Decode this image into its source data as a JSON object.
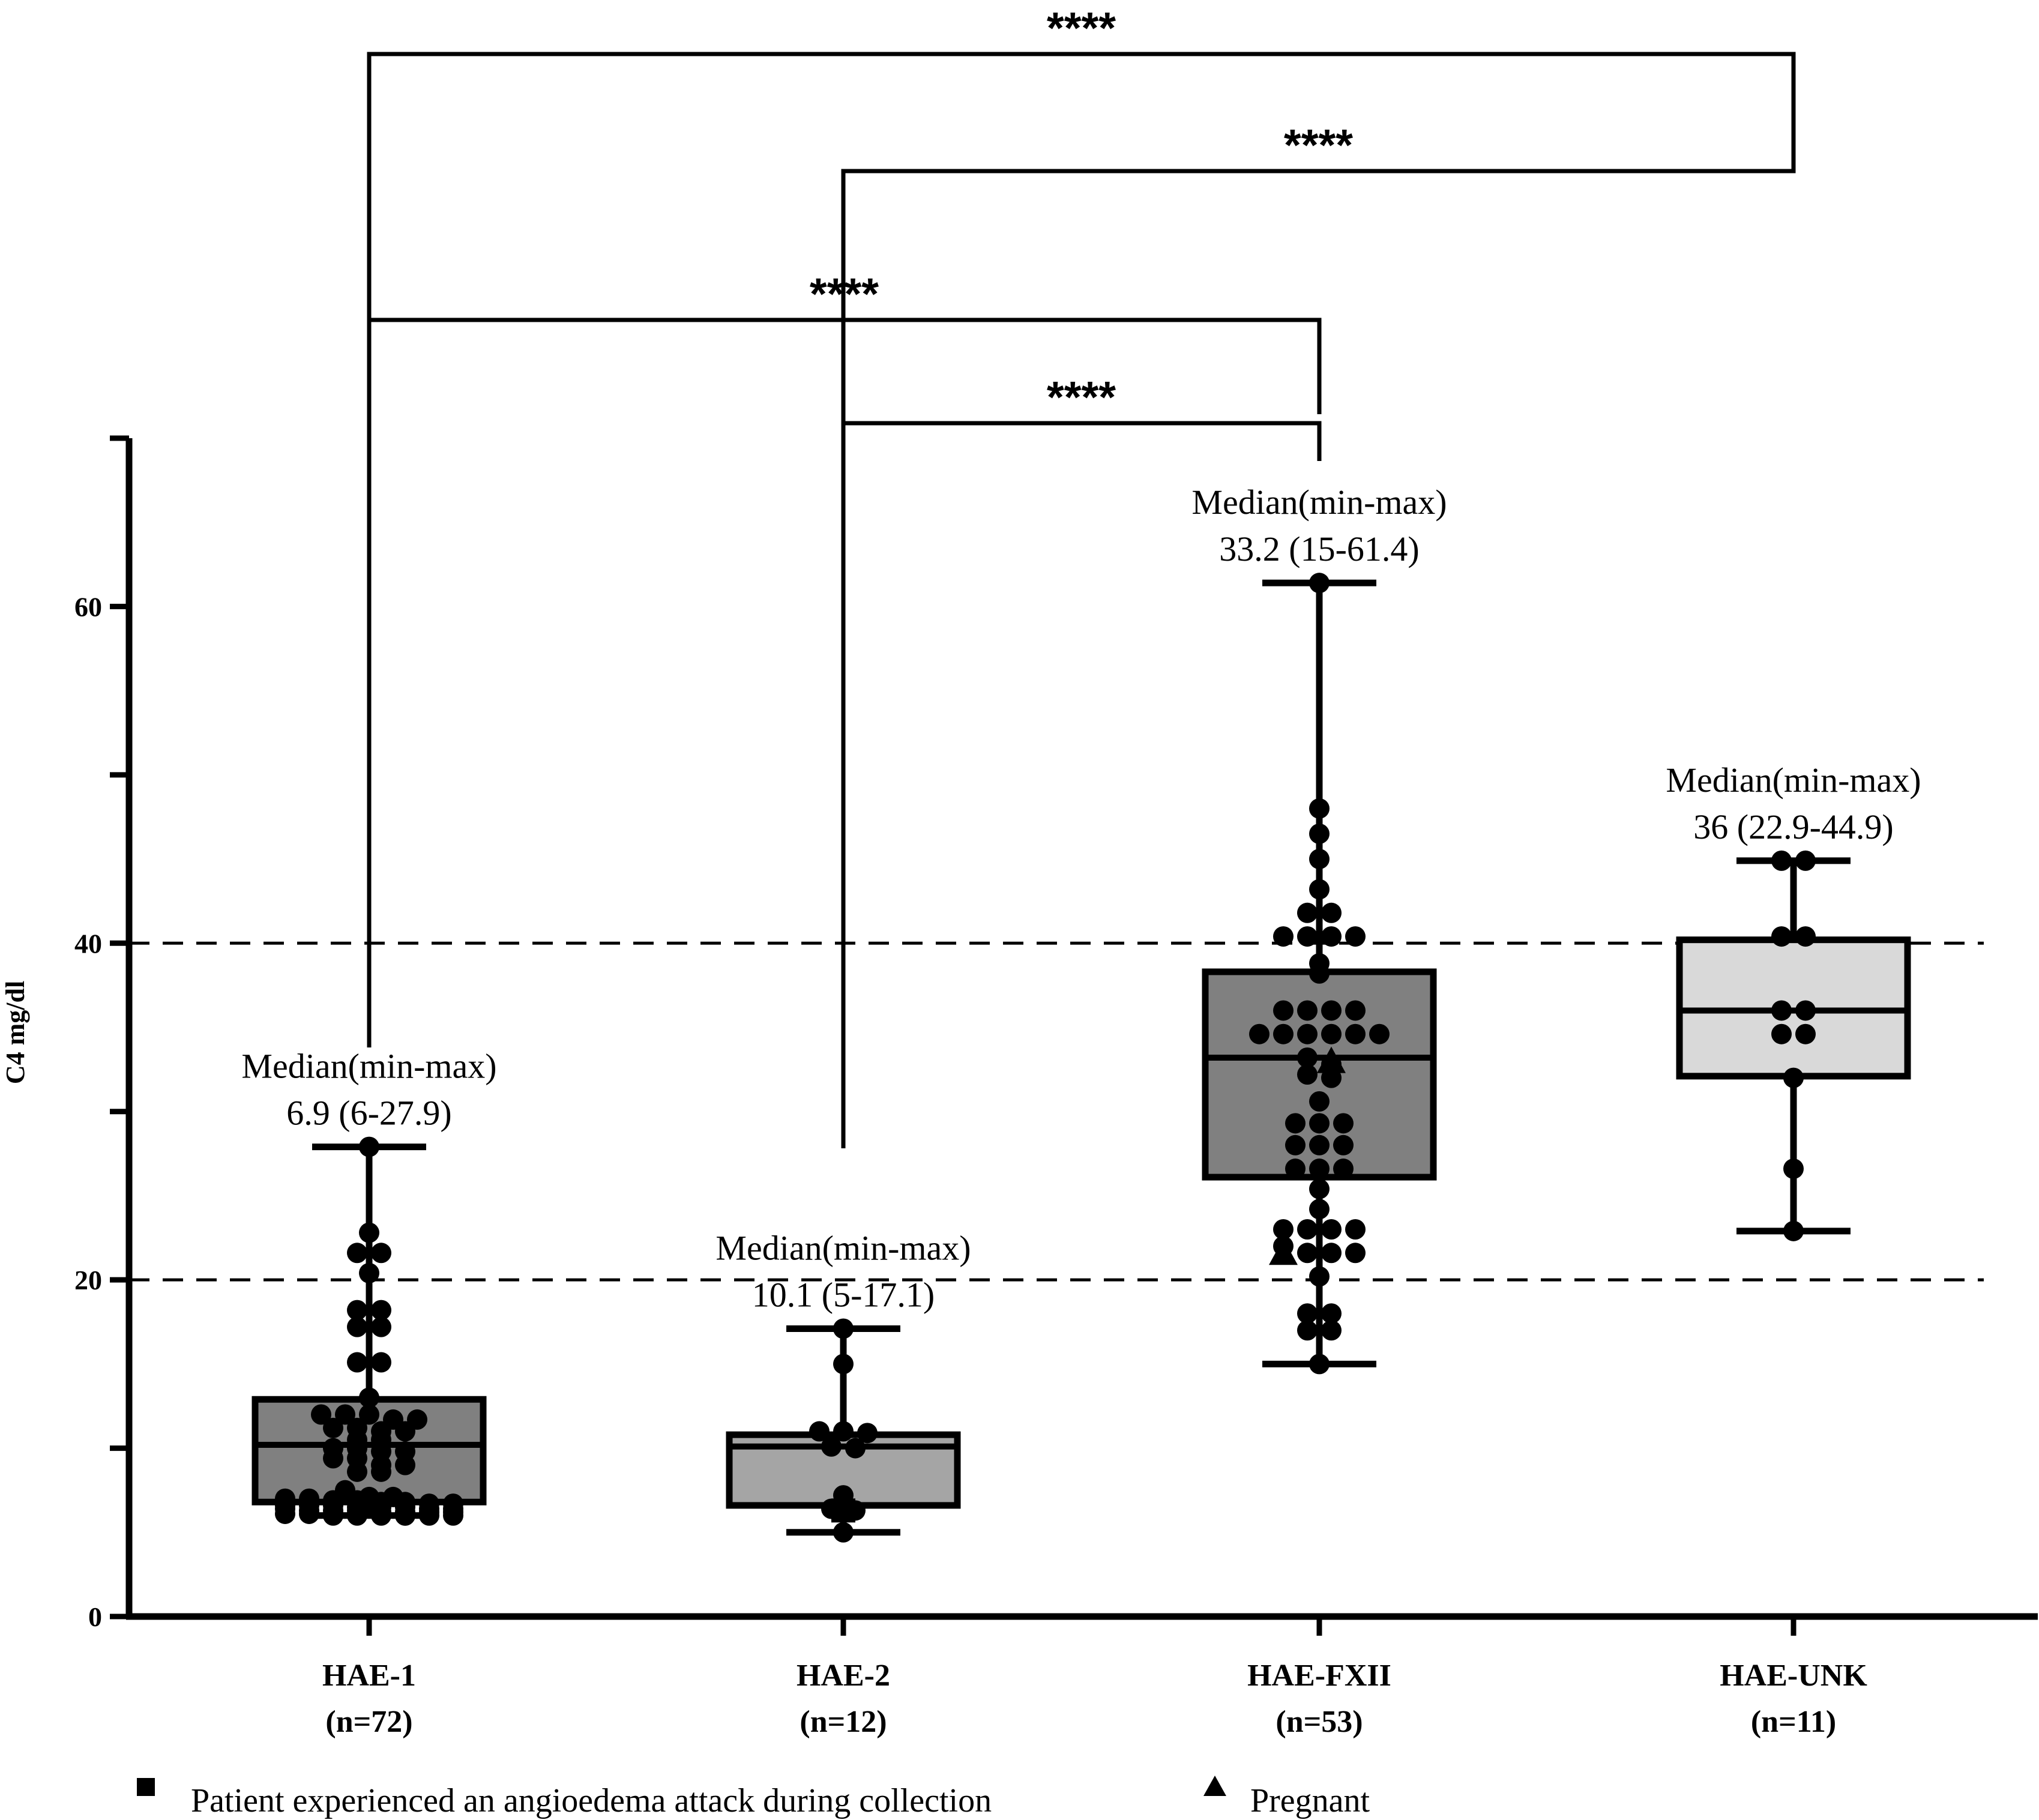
{
  "chart_data": {
    "type": "box",
    "ylabel": "C4 mg/dl",
    "ylim": [
      0,
      70
    ],
    "y_ticks": [
      0,
      20,
      40,
      60
    ],
    "reference_lines": [
      20,
      40
    ],
    "groups": [
      {
        "name": "HAE-1",
        "n_label": "(n=72)",
        "fill": "#808080",
        "min": 6,
        "q1": 6.8,
        "median": 10.2,
        "q3": 12.9,
        "max": 27.9,
        "annotation": [
          "Median(min-max)",
          "6.9 (6-27.9)"
        ],
        "points": [
          27.9,
          22.8,
          21.6,
          21.6,
          20.4,
          18.2,
          18.2,
          17.2,
          17.2,
          15.1,
          15.1,
          13,
          12,
          12,
          12,
          11.7,
          11.7,
          11.2,
          11.2,
          11,
          11,
          10.5,
          10.5,
          10,
          10,
          9.8,
          9.8,
          9.4,
          9.4,
          9,
          9,
          8.6,
          8.6,
          7.5,
          7.1,
          7.1,
          7,
          7,
          6.9,
          6.9,
          6.8,
          6.8,
          6.7,
          6.7,
          6.6,
          6.6,
          6.6,
          6.5,
          6.5,
          6.5,
          6.4,
          6.4,
          6.4,
          6.3,
          6.3,
          6.3,
          6.2,
          6.2,
          6.2,
          6.2,
          6.1,
          6.1,
          6.1,
          6.1,
          6.1,
          6,
          6,
          6,
          6,
          6,
          6,
          6
        ],
        "special": []
      },
      {
        "name": "HAE-2",
        "n_label": "(n=12)",
        "fill": "#a5a5a5",
        "min": 5,
        "q1": 6.6,
        "median": 10.1,
        "q3": 10.8,
        "max": 17.1,
        "annotation": [
          "Median(min-max)",
          "10.1 (5-17.1)"
        ],
        "points": [
          17.1,
          15,
          11,
          11,
          10.9,
          10.1,
          10,
          7.2,
          6.4,
          6.3,
          5
        ],
        "special": [
          {
            "marker": "square",
            "value": 6.3
          }
        ]
      },
      {
        "name": "HAE-FXII",
        "n_label": "(n=53)",
        "fill": "#808080",
        "min": 15,
        "q1": 26.1,
        "median": 33.2,
        "q3": 38.3,
        "max": 61.4,
        "annotation": [
          "Median(min-max)",
          "33.2 (15-61.4)"
        ],
        "points": [
          61.4,
          48,
          46.5,
          45,
          43.2,
          41.8,
          41.8,
          40.4,
          40.4,
          40.4,
          40.4,
          38.8,
          38.2,
          36,
          36,
          36,
          36,
          34.6,
          34.6,
          34.6,
          34.6,
          34.6,
          34.6,
          33.2,
          32.8,
          32.2,
          32,
          30.6,
          29.3,
          29.3,
          29.3,
          28,
          28,
          28,
          26.6,
          26.6,
          26.6,
          25.4,
          24.2,
          23,
          23,
          23,
          23,
          22,
          21.6,
          21.6,
          21.6,
          20.2,
          18,
          18,
          17,
          17,
          15
        ],
        "special": [
          {
            "marker": "triangle",
            "value": 33
          },
          {
            "marker": "triangle",
            "value": 21.6
          }
        ]
      },
      {
        "name": "HAE-UNK",
        "n_label": "(n=11)",
        "fill": "#d9d9d9",
        "min": 22.9,
        "q1": 32.1,
        "median": 36,
        "q3": 40.2,
        "max": 44.9,
        "annotation": [
          "Median(min-max)",
          "36 (22.9-44.9)"
        ],
        "points": [
          44.9,
          44.9,
          40.4,
          40.4,
          36,
          36,
          34.6,
          34.6,
          32,
          26.6,
          22.9
        ],
        "special": []
      }
    ],
    "significance": [
      {
        "from": "HAE-1",
        "to": "HAE-UNK",
        "label": "****"
      },
      {
        "from": "HAE-2",
        "to": "HAE-UNK",
        "label": "****"
      },
      {
        "from": "HAE-1",
        "to": "HAE-FXII",
        "label": "****"
      },
      {
        "from": "HAE-2",
        "to": "HAE-FXII",
        "label": "****"
      }
    ],
    "legend": [
      {
        "marker": "square",
        "label": "Patient experienced an angioedema attack during collection"
      },
      {
        "marker": "triangle",
        "label": "Pregnant"
      }
    ]
  }
}
